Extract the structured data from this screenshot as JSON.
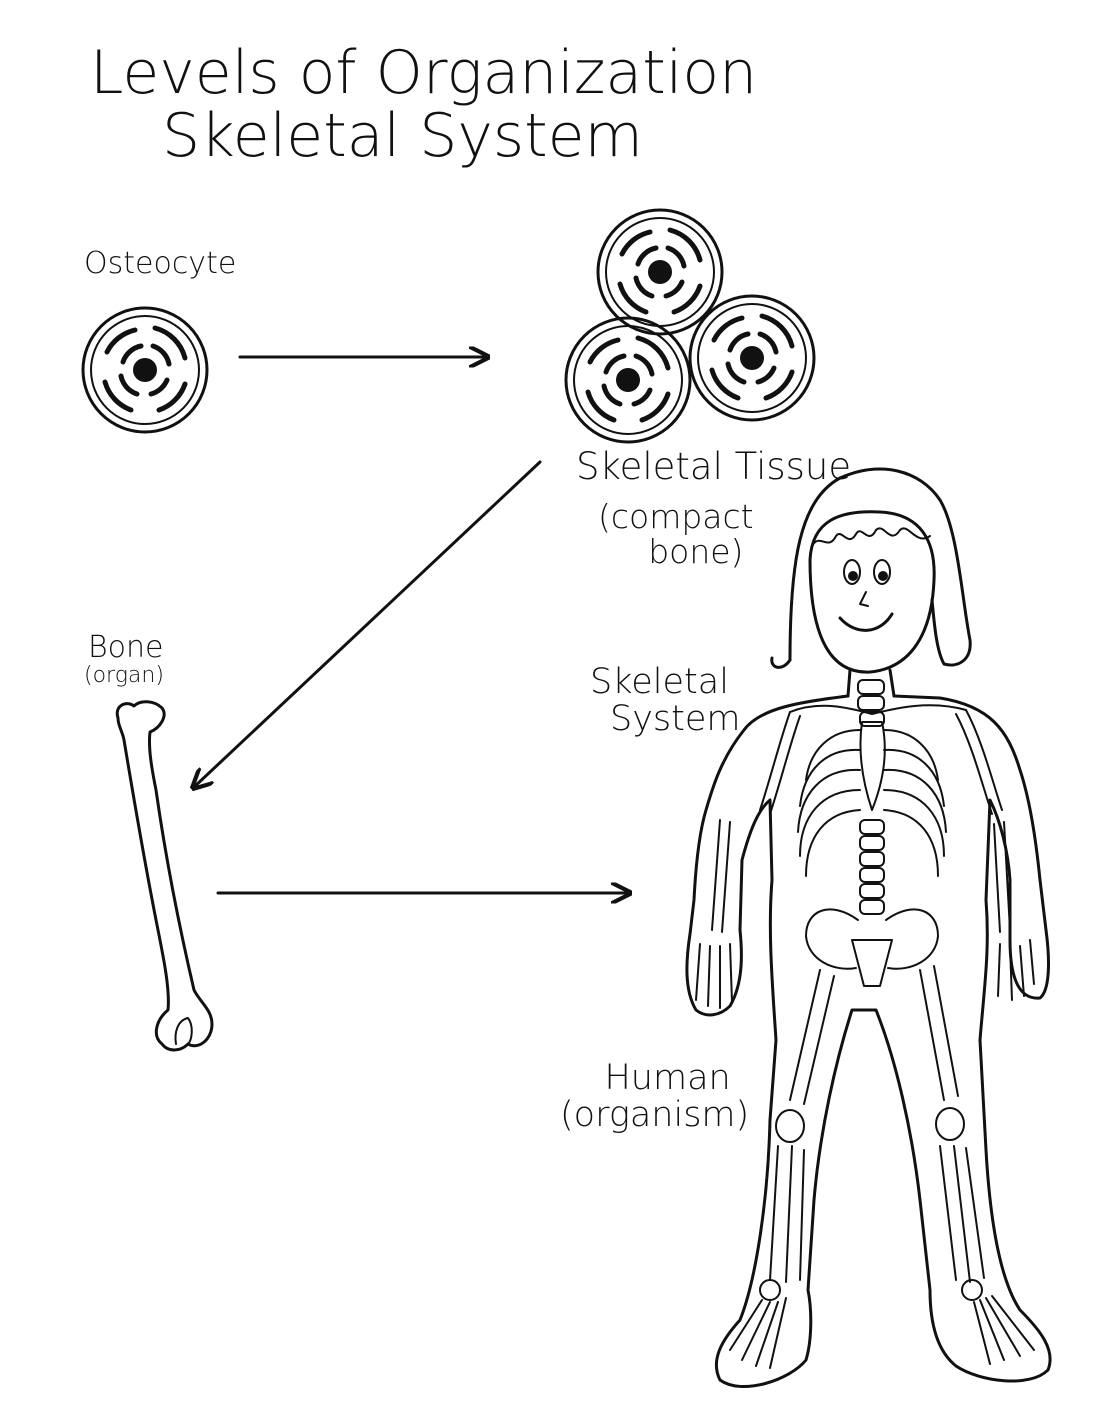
{
  "title": {
    "line1": "Levels of Organization",
    "line2": "Skeletal System"
  },
  "labels": {
    "osteocyte": "Osteocyte",
    "tissue": "Skeletal Tissue",
    "tissue_note_1": "(compact",
    "tissue_note_2": "bone)",
    "bone": "Bone",
    "bone_note": "(organ)",
    "system_1": "Skeletal",
    "system_2": "System",
    "human": "Human",
    "human_note": "(organism)"
  },
  "colors": {
    "ink": "#111111",
    "background": "#ffffff"
  }
}
